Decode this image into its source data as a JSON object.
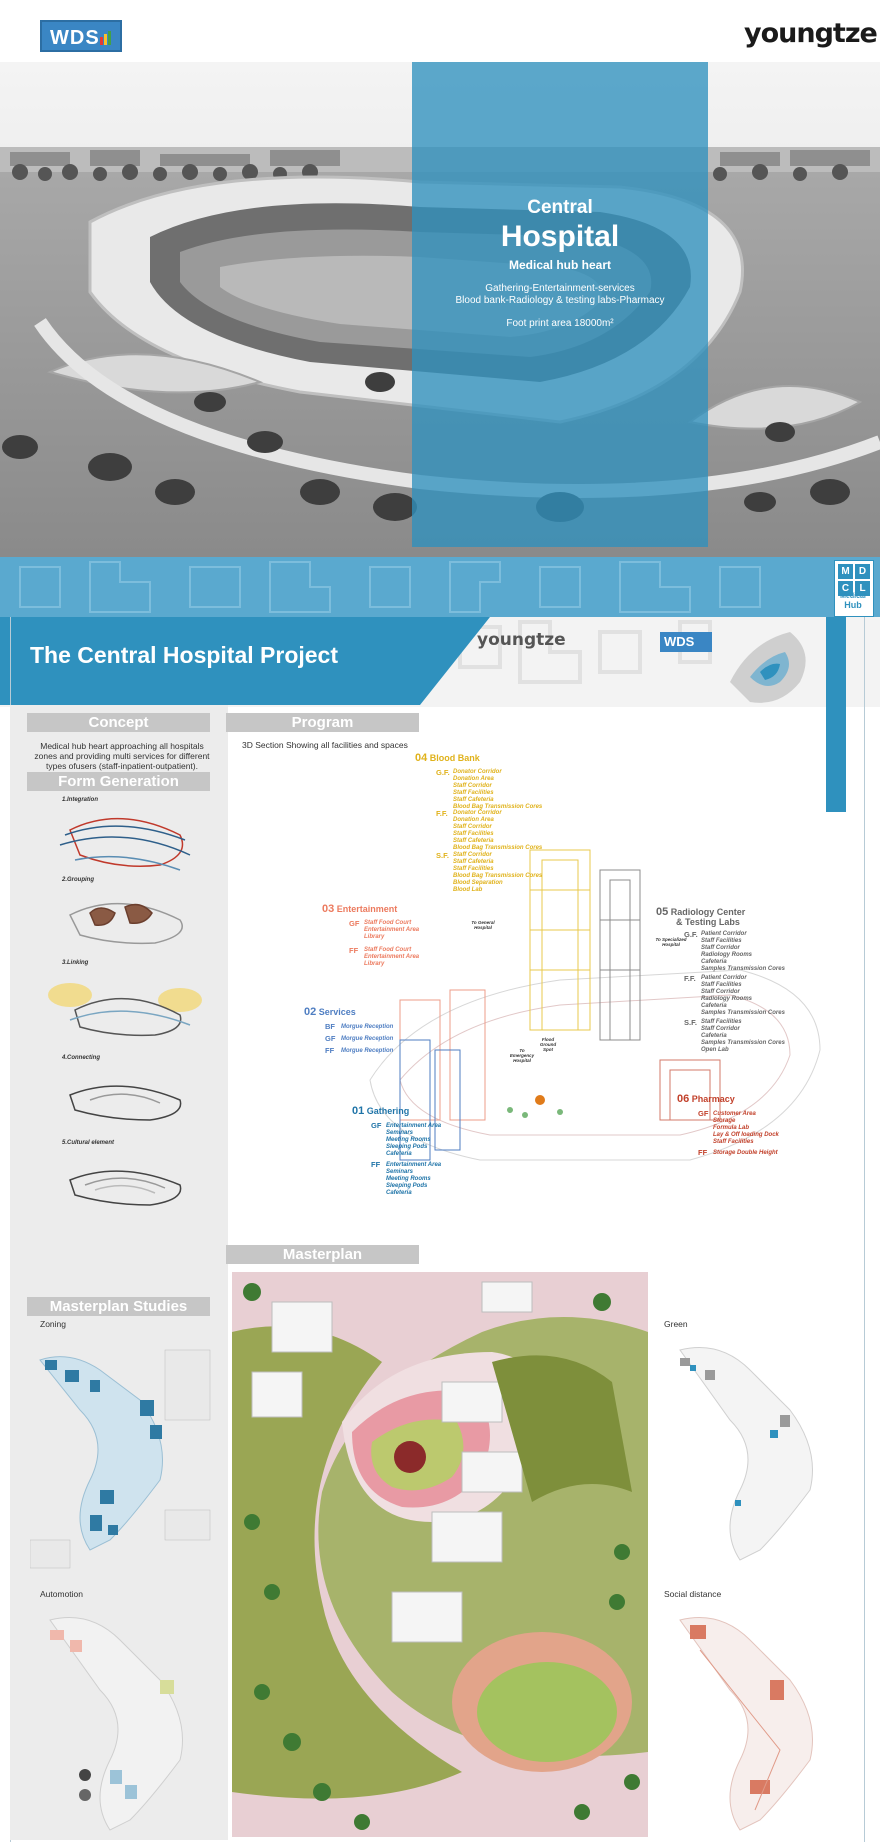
{
  "brand": {
    "wds_logo": "WDS",
    "youngtze_logo": "youngtze"
  },
  "hero": {
    "title_line1": "Central",
    "title_line2": "Hospital",
    "subtitle": "Medical hub heart",
    "line1": "Gathering-Entertainment-services",
    "line2": "Blood bank-Radiology & testing labs-Pharmacy",
    "line3": "Foot print area  18000m²"
  },
  "badge": {
    "letters": [
      "M",
      "D",
      "C",
      "L"
    ],
    "caption1": "Medical",
    "caption2": "Hub"
  },
  "project": {
    "title": "The Central Hospital Project"
  },
  "concept": {
    "header": "Concept",
    "text": "Medical hub heart  approaching all hospitals zones and providing multi services for different types ofusers (staff-inpatient-outpatient)."
  },
  "form_generation": {
    "header": "Form Generation",
    "steps": [
      "1.Integration",
      "2.Grouping",
      "3.Linking",
      "4.Connecting",
      "5.Cultural element"
    ]
  },
  "program": {
    "header": "Program",
    "subtitle": "3D Section Showing all facilities and spaces",
    "blood_bank": {
      "num": "04",
      "title": "Blood Bank",
      "gf_label": "G.F.",
      "gf": [
        "Donator Corridor",
        "Donation Area",
        "Staff Corridor",
        "Staff Facilities",
        "Staff Cafeteria",
        "Blood Bag Transmission Cores"
      ],
      "ff_label": "F.F.",
      "ff": [
        "Donator Corridor",
        "Donation Area",
        "Staff Corridor",
        "Staff Facilities",
        "Staff Cafeteria",
        "Blood Bag Transmission Cores"
      ],
      "sf_label": "S.F.",
      "sf": [
        "Staff Corridor",
        "Staff Cafeteria",
        "Staff Facilities",
        "Blood Bag Transmission Cores",
        "Blood Separation",
        "Blood Lab"
      ]
    },
    "entertainment": {
      "num": "03",
      "title": "Entertainment",
      "gf_label": "GF",
      "gf": [
        "Staff Food Court",
        "Entertainment Area",
        "Library"
      ],
      "ff_label": "FF",
      "ff": [
        "Staff Food Court",
        "Entertainment Area",
        "Library"
      ]
    },
    "radiology": {
      "num": "05",
      "title_line1": "Radiology Center",
      "title_line2": "& Testing Labs",
      "gf_label": "G.F.",
      "gf": [
        "Patient Corridor",
        "Staff Facilities",
        "Staff Corridor",
        "Radiology Rooms",
        "Cafeteria",
        "Samples Transmission Cores"
      ],
      "ff_label": "F.F.",
      "ff": [
        "Patient Corridor",
        "Staff Facilities",
        "Staff Corridor",
        "Radiology Rooms",
        "Cafeteria",
        "Samples Transmission Cores"
      ],
      "sf_label": "S.F.",
      "sf": [
        "Staff Facilities",
        "Staff Corridor",
        "Cafeteria",
        "Samples Transmission Cores",
        "Open Lab"
      ]
    },
    "services": {
      "num": "02",
      "title": "Services",
      "bf_label": "BF",
      "bf": "Morgue Reception",
      "gf_label": "GF",
      "gf": "Morgue Reception",
      "ff_label": "FF",
      "ff": "Morgue Reception"
    },
    "gathering": {
      "num": "01",
      "title": "Gathering",
      "gf_label": "GF",
      "gf": [
        "Entertainment Area",
        "Seminars",
        "Meeting Rooms",
        "Sleeping Pods",
        "Cafeteria"
      ],
      "ff_label": "FF",
      "ff": [
        "Entertainment Area",
        "Seminars",
        "Meeting Rooms",
        "Sleeping Pods",
        "Cafeteria"
      ]
    },
    "pharmacy": {
      "num": "06",
      "title": "Pharmacy",
      "gf_label": "GF",
      "gf": [
        "Customer Area",
        "Storage",
        "Formula Lab",
        "Lay & Off loading Dock",
        "Staff Facilities"
      ],
      "ff_label": "FF",
      "ff": "Storage Double Height"
    },
    "annotations": [
      "To General Hospital",
      "To Specialized Hospital",
      "To Emergency Hospital",
      "Flood Ground Spot"
    ]
  },
  "masterplan": {
    "header": "Masterplan"
  },
  "masterplan_studies": {
    "header": "Masterplan Studies",
    "zoning": "Zoning",
    "automotion": "Automotion",
    "green": "Green",
    "social_distance": "Social distance"
  },
  "colors": {
    "accent_blue": "#2f91be",
    "blood_bank": "#e0b21b",
    "entertainment": "#ec7a5e",
    "radiology": "#666666",
    "services": "#4f7ec2",
    "gathering": "#1f74a8",
    "pharmacy": "#c2412b"
  }
}
